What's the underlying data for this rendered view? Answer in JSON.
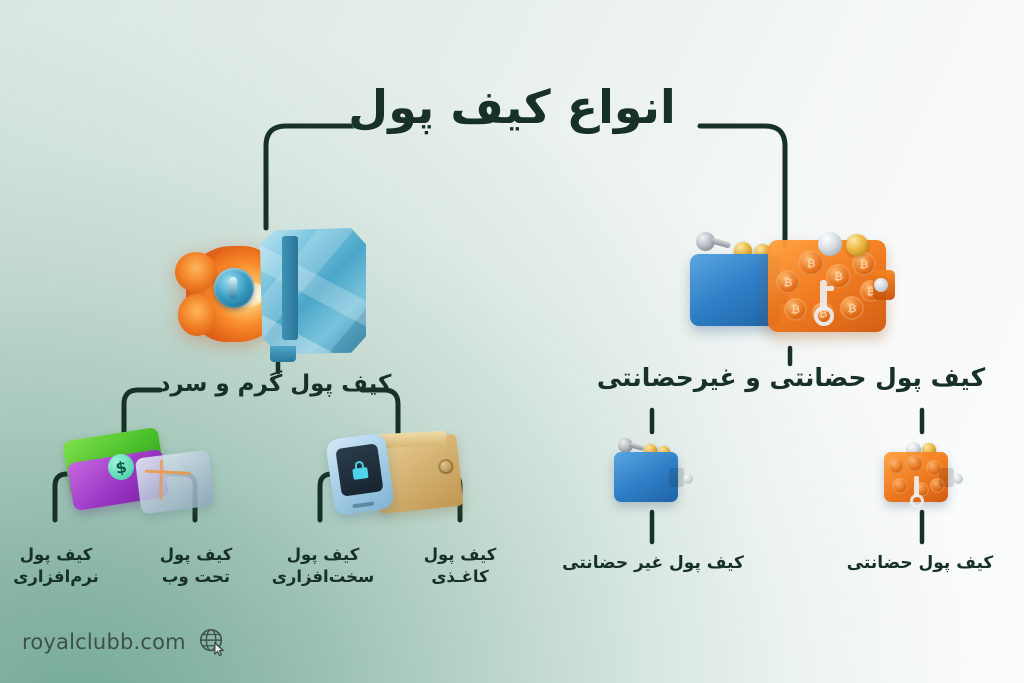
{
  "page": {
    "title": "انواع کیف پول",
    "language": "fa",
    "direction": "rtl",
    "accent_color": "#173129",
    "background_colors": {
      "bottom_left": "#7fb3a4",
      "mid": "#d9e8e2",
      "top_right": "#ffffff"
    }
  },
  "branches": {
    "hot_cold": {
      "label": "کیف پول گرم و سرد",
      "illustration": "flame-and-crystal-safe-icon",
      "children": [
        {
          "label": "کیف پول\nنرم‌افزاری",
          "illustration": "software-wallet-icon"
        },
        {
          "label": "کیف پول\nتحت وب",
          "illustration": "web-wallet-icon"
        },
        {
          "label": "کیف پول\nسخت‌افزاری",
          "illustration": "hardware-wallet-icon"
        },
        {
          "label": "کیف پول\nکاغـذی",
          "illustration": "paper-wallet-icon"
        }
      ]
    },
    "custodial": {
      "label": "کیف پول حضانتی و غیرحضانتی",
      "illustration": "blue-and-orange-wallet-icon",
      "children": [
        {
          "label": "کیف پول غیر حضانتی",
          "illustration": "blue-wallet-key-icon"
        },
        {
          "label": "کیف پول حضانتی",
          "illustration": "orange-wallet-bitcoin-icon"
        }
      ]
    }
  },
  "footer": {
    "site": "royalclubb.com",
    "icon": "globe-cursor-icon"
  },
  "coins": {
    "btc_symbol": "₿"
  }
}
